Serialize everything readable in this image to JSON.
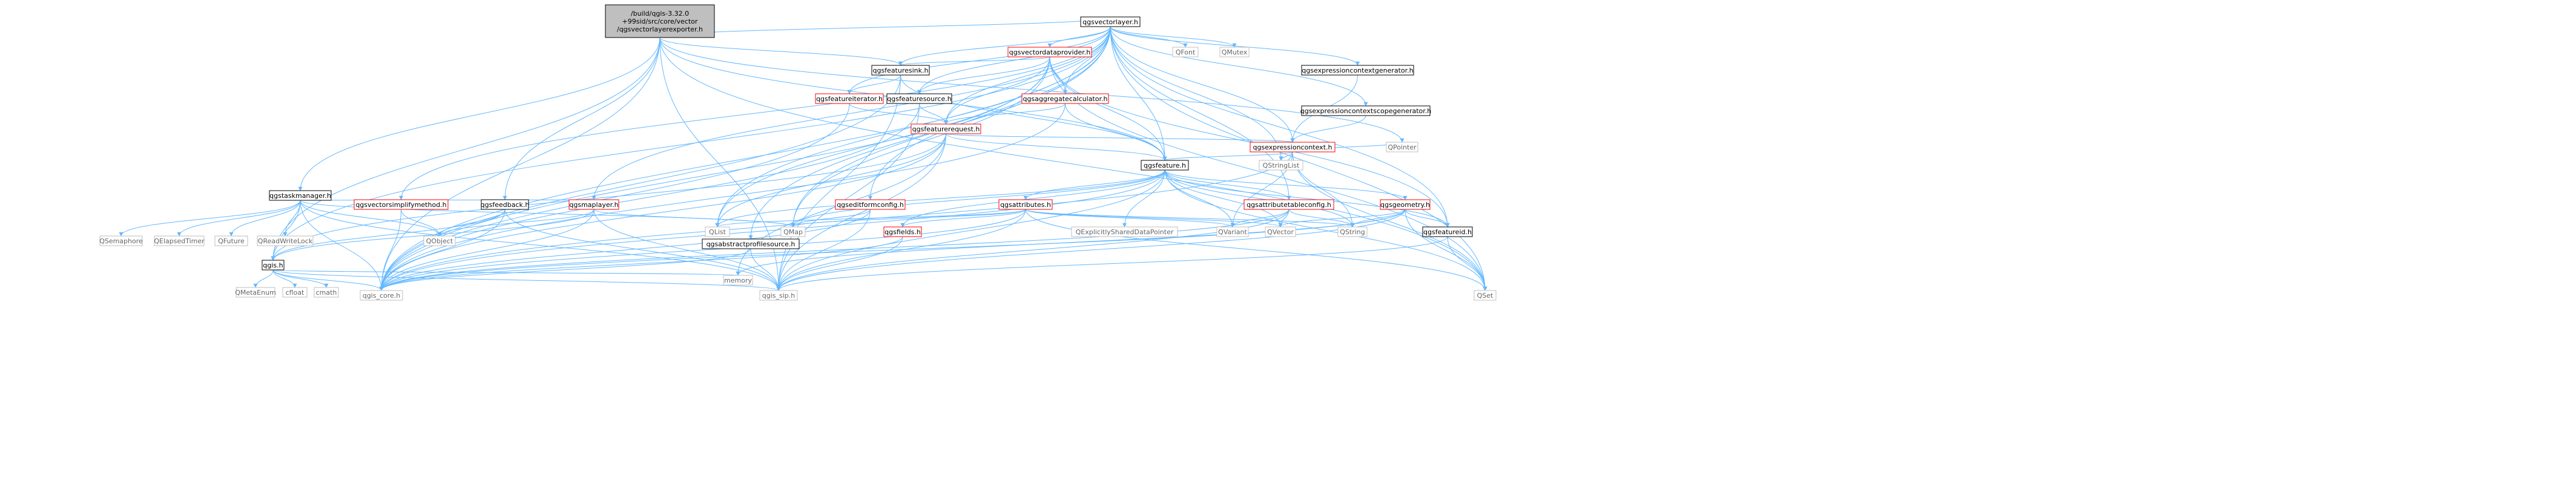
{
  "diagram": {
    "colors": {
      "root_fill": "#bfbfbf",
      "root_border": "#000000",
      "documented_border": "#000000",
      "linked_red_border": "#ff0000",
      "external_border": "#bfbfbf",
      "external_text": "#666666",
      "edge": "#63b8ff"
    },
    "nodes": {
      "root": {
        "lines": [
          "/build/qgis-3.32.0",
          "+99sid/src/core/vector",
          "/qgsvectorlayerexporter.h"
        ],
        "style": "root"
      },
      "qgsvectorlayer": {
        "lines": [
          "qgsvectorlayer.h"
        ],
        "style": "doc"
      },
      "qgstaskmanager": {
        "lines": [
          "qgstaskmanager.h"
        ],
        "style": "doc"
      },
      "qgsvectordataprovider": {
        "lines": [
          "qgsvectordataprovider.h"
        ],
        "style": "red"
      },
      "qgsfeaturesink": {
        "lines": [
          "qgsfeaturesink.h"
        ],
        "style": "doc"
      },
      "qgsfeatureiterator": {
        "lines": [
          "qgsfeatureiterator.h"
        ],
        "style": "red"
      },
      "qgsfeaturesource": {
        "lines": [
          "qgsfeaturesource.h"
        ],
        "style": "doc"
      },
      "qgsaggregatecalculator": {
        "lines": [
          "qgsaggregatecalculator.h"
        ],
        "style": "red"
      },
      "qgsfeaturerequest": {
        "lines": [
          "qgsfeaturerequest.h"
        ],
        "style": "red"
      },
      "QFont": {
        "lines": [
          "QFont"
        ],
        "style": "ext"
      },
      "QMutex": {
        "lines": [
          "QMutex"
        ],
        "style": "ext"
      },
      "qgsexpressioncontextgenerator": {
        "lines": [
          "qgsexpressioncontextgenerator.h"
        ],
        "style": "doc"
      },
      "qgsexpressioncontextscopegenerator": {
        "lines": [
          "qgsexpressioncontextscopegenerator.h"
        ],
        "style": "doc"
      },
      "qgsexpressioncontext": {
        "lines": [
          "qgsexpressioncontext.h"
        ],
        "style": "red"
      },
      "QPointer": {
        "lines": [
          "QPointer"
        ],
        "style": "ext"
      },
      "QStringList": {
        "lines": [
          "QStringList"
        ],
        "style": "ext"
      },
      "qgsfeature": {
        "lines": [
          "qgsfeature.h"
        ],
        "style": "doc"
      },
      "QSemaphore": {
        "lines": [
          "QSemaphore"
        ],
        "style": "ext"
      },
      "QElapsedTimer": {
        "lines": [
          "QElapsedTimer"
        ],
        "style": "ext"
      },
      "QFuture": {
        "lines": [
          "QFuture"
        ],
        "style": "ext"
      },
      "QReadWriteLock": {
        "lines": [
          "QReadWriteLock"
        ],
        "style": "ext"
      },
      "qgsvectorsimplifymethod": {
        "lines": [
          "qgsvectorsimplifymethod.h"
        ],
        "style": "red"
      },
      "qgsfeedback": {
        "lines": [
          "qgsfeedback.h"
        ],
        "style": "doc"
      },
      "qgsmaplayer": {
        "lines": [
          "qgsmaplayer.h"
        ],
        "style": "red"
      },
      "qgseditformconfig": {
        "lines": [
          "qgseditformconfig.h"
        ],
        "style": "red"
      },
      "qgsattributes": {
        "lines": [
          "qgsattributes.h"
        ],
        "style": "red"
      },
      "qgsattributetableconfig": {
        "lines": [
          "qgsattributetableconfig.h"
        ],
        "style": "red"
      },
      "qgsgeometry": {
        "lines": [
          "qgsgeometry.h"
        ],
        "style": "red"
      },
      "qgsabstractprofilesource": {
        "lines": [
          "qgsabstractprofilesource.h"
        ],
        "style": "doc"
      },
      "qgsfields": {
        "lines": [
          "qgsfields.h"
        ],
        "style": "red"
      },
      "qgsfeatureid": {
        "lines": [
          "qgsfeatureid.h"
        ],
        "style": "doc"
      },
      "qgis": {
        "lines": [
          "qgis.h"
        ],
        "style": "doc"
      },
      "QObject": {
        "lines": [
          "QObject"
        ],
        "style": "ext"
      },
      "QList": {
        "lines": [
          "QList"
        ],
        "style": "ext"
      },
      "QMap": {
        "lines": [
          "QMap"
        ],
        "style": "ext"
      },
      "QExplicitlySharedDataPointer": {
        "lines": [
          "QExplicitlySharedDataPointer"
        ],
        "style": "ext"
      },
      "QVariant": {
        "lines": [
          "QVariant"
        ],
        "style": "ext"
      },
      "QVector": {
        "lines": [
          "QVector"
        ],
        "style": "ext"
      },
      "QString": {
        "lines": [
          "QString"
        ],
        "style": "ext"
      },
      "QMetaEnum": {
        "lines": [
          "QMetaEnum"
        ],
        "style": "ext"
      },
      "cfloat": {
        "lines": [
          "cfloat"
        ],
        "style": "ext"
      },
      "cmath": {
        "lines": [
          "cmath"
        ],
        "style": "ext"
      },
      "memory": {
        "lines": [
          "memory"
        ],
        "style": "ext"
      },
      "qgis_core": {
        "lines": [
          "qgis_core.h"
        ],
        "style": "ext"
      },
      "qgis_sip": {
        "lines": [
          "qgis_sip.h"
        ],
        "style": "ext"
      },
      "QSet": {
        "lines": [
          "QSet"
        ],
        "style": "ext"
      }
    },
    "edges": [
      [
        "root",
        "qgsvectorlayer"
      ],
      [
        "root",
        "qgstaskmanager"
      ],
      [
        "root",
        "qgsfeaturesink"
      ],
      [
        "root",
        "qgsfeedback"
      ],
      [
        "root",
        "qgis"
      ],
      [
        "root",
        "qgis_core"
      ],
      [
        "root",
        "qgis_sip"
      ],
      [
        "root",
        "QPointer"
      ],
      [
        "root",
        "QSet"
      ],
      [
        "root",
        "qgsfeature"
      ],
      [
        "qgsvectorlayer",
        "qgsvectordataprovider"
      ],
      [
        "qgsvectorlayer",
        "QFont"
      ],
      [
        "qgsvectorlayer",
        "QMutex"
      ],
      [
        "qgsvectorlayer",
        "qgsexpressioncontextgenerator"
      ],
      [
        "qgsvectorlayer",
        "qgsexpressioncontextscopegenerator"
      ],
      [
        "qgsvectorlayer",
        "QStringList"
      ],
      [
        "qgsvectorlayer",
        "qgsfeature"
      ],
      [
        "qgsvectorlayer",
        "qgsfeaturesink"
      ],
      [
        "qgsvectorlayer",
        "qgsfeatureiterator"
      ],
      [
        "qgsvectorlayer",
        "qgsfeaturesource"
      ],
      [
        "qgsvectorlayer",
        "qgsaggregatecalculator"
      ],
      [
        "qgsvectorlayer",
        "qgsfeaturerequest"
      ],
      [
        "qgsvectorlayer",
        "qgsvectorsimplifymethod"
      ],
      [
        "qgsvectorlayer",
        "qgsmaplayer"
      ],
      [
        "qgsvectorlayer",
        "qgseditformconfig"
      ],
      [
        "qgsvectorlayer",
        "qgsattributetableconfig"
      ],
      [
        "qgsvectorlayer",
        "qgsabstractprofilesource"
      ],
      [
        "qgsvectorlayer",
        "qgis_core"
      ],
      [
        "qgsvectorlayer",
        "QSet"
      ],
      [
        "qgsvectorlayer",
        "QList"
      ],
      [
        "qgsvectorlayer",
        "QMap"
      ],
      [
        "qgsvectorlayer",
        "qgsexpressioncontext"
      ],
      [
        "qgsvectorlayer",
        "qgis"
      ],
      [
        "qgsvectorlayer",
        "qgsfeatureid"
      ],
      [
        "qgsvectordataprovider",
        "qgsfeaturesink"
      ],
      [
        "qgsvectordataprovider",
        "qgsfeaturesource"
      ],
      [
        "qgsvectordataprovider",
        "qgsaggregatecalculator"
      ],
      [
        "qgsvectordataprovider",
        "qgsfeaturerequest"
      ],
      [
        "qgsvectordataprovider",
        "qgsfeature"
      ],
      [
        "qgsvectordataprovider",
        "qgis_core"
      ],
      [
        "qgsvectordataprovider",
        "QMap"
      ],
      [
        "qgsvectordataprovider",
        "QSet"
      ],
      [
        "qgsvectordataprovider",
        "QList"
      ],
      [
        "qgsvectordataprovider",
        "qgsfeatureid"
      ],
      [
        "qgsfeaturesink",
        "qgsfeatureiterator"
      ],
      [
        "qgsfeaturesink",
        "qgsfeature"
      ],
      [
        "qgsfeaturesink",
        "qgis_core"
      ],
      [
        "qgsfeaturesink",
        "qgis_sip"
      ],
      [
        "qgsfeatureiterator",
        "qgsfeaturerequest"
      ],
      [
        "qgsfeatureiterator",
        "qgis_core"
      ],
      [
        "qgsfeaturesource",
        "qgsfeaturerequest"
      ],
      [
        "qgsfeaturesource",
        "qgis_core"
      ],
      [
        "qgsfeaturesource",
        "qgis_sip"
      ],
      [
        "qgsaggregatecalculator",
        "qgsfeaturerequest"
      ],
      [
        "qgsaggregatecalculator",
        "qgis_core"
      ],
      [
        "qgsaggregatecalculator",
        "qgsfeature"
      ],
      [
        "qgsfeaturerequest",
        "qgsexpressioncontext"
      ],
      [
        "qgsfeaturerequest",
        "qgsfeature"
      ],
      [
        "qgsfeaturerequest",
        "qgis_core"
      ],
      [
        "qgsfeaturerequest",
        "qgis_sip"
      ],
      [
        "qgsfeaturerequest",
        "QList"
      ],
      [
        "qgsfeaturerequest",
        "memory"
      ],
      [
        "qgsfeaturerequest",
        "qgis"
      ],
      [
        "qgsexpressioncontextgenerator",
        "qgsexpressioncontext"
      ],
      [
        "qgsexpressioncontextscopegenerator",
        "qgsexpressioncontext"
      ],
      [
        "qgsexpressioncontext",
        "qgsfeature"
      ],
      [
        "qgsexpressioncontext",
        "QStringList"
      ],
      [
        "qgsexpressioncontext",
        "QPointer"
      ],
      [
        "qgsexpressioncontext",
        "QSet"
      ],
      [
        "qgsexpressioncontext",
        "QVariant"
      ],
      [
        "qgsexpressioncontext",
        "QString"
      ],
      [
        "qgsexpressioncontext",
        "qgis_core"
      ],
      [
        "qgsfeature",
        "qgsattributes"
      ],
      [
        "qgsfeature",
        "qgsattributetableconfig"
      ],
      [
        "qgsfeature",
        "qgsgeometry"
      ],
      [
        "qgsfeature",
        "qgsfields"
      ],
      [
        "qgsfeature",
        "qgsfeatureid"
      ],
      [
        "qgsfeature",
        "QExplicitlySharedDataPointer"
      ],
      [
        "qgsfeature",
        "QVariant"
      ],
      [
        "qgsfeature",
        "QVector"
      ],
      [
        "qgsfeature",
        "QString"
      ],
      [
        "qgsfeature",
        "QList"
      ],
      [
        "qgsfeature",
        "QMap"
      ],
      [
        "qgsfeature",
        "QSet"
      ],
      [
        "qgsfeature",
        "qgis_core"
      ],
      [
        "qgsfeature",
        "qgis_sip"
      ],
      [
        "qgstaskmanager",
        "QSemaphore"
      ],
      [
        "qgstaskmanager",
        "QElapsedTimer"
      ],
      [
        "qgstaskmanager",
        "QFuture"
      ],
      [
        "qgstaskmanager",
        "QReadWriteLock"
      ],
      [
        "qgstaskmanager",
        "qgis"
      ],
      [
        "qgstaskmanager",
        "QObject"
      ],
      [
        "qgstaskmanager",
        "qgis_core"
      ],
      [
        "qgstaskmanager",
        "qgis_sip"
      ],
      [
        "qgstaskmanager",
        "QMap"
      ],
      [
        "qgstaskmanager",
        "qgsmaplayer"
      ],
      [
        "qgsvectorsimplifymethod",
        "QObject"
      ],
      [
        "qgsvectorsimplifymethod",
        "qgis_core"
      ],
      [
        "qgsfeedback",
        "QObject"
      ],
      [
        "qgsfeedback",
        "qgis_core"
      ],
      [
        "qgsfeedback",
        "qgis"
      ],
      [
        "qgsfeedback",
        "qgis_sip"
      ],
      [
        "qgsmaplayer",
        "QObject"
      ],
      [
        "qgsmaplayer",
        "qgis"
      ],
      [
        "qgsmaplayer",
        "qgis_core"
      ],
      [
        "qgsmaplayer",
        "QMap"
      ],
      [
        "qgsmaplayer",
        "qgis_sip"
      ],
      [
        "qgseditformconfig",
        "QMap"
      ],
      [
        "qgseditformconfig",
        "qgis_core"
      ],
      [
        "qgseditformconfig",
        "qgis_sip"
      ],
      [
        "qgsattributes",
        "QMap"
      ],
      [
        "qgsattributes",
        "QList"
      ],
      [
        "qgsattributes",
        "QVariant"
      ],
      [
        "qgsattributes",
        "QString"
      ],
      [
        "qgsattributes",
        "qgsfields"
      ],
      [
        "qgsattributes",
        "QVector"
      ],
      [
        "qgsattributes",
        "qgis_core"
      ],
      [
        "qgsattributes",
        "qgis_sip"
      ],
      [
        "qgsattributes",
        "QSet"
      ],
      [
        "qgsattributetableconfig",
        "QVariant"
      ],
      [
        "qgsattributetableconfig",
        "QVector"
      ],
      [
        "qgsattributetableconfig",
        "qgis_core"
      ],
      [
        "qgsattributetableconfig",
        "qgis_sip"
      ],
      [
        "qgsattributetableconfig",
        "QString"
      ],
      [
        "qgsgeometry",
        "QString"
      ],
      [
        "qgsgeometry",
        "QVector"
      ],
      [
        "qgsgeometry",
        "QSet"
      ],
      [
        "qgsgeometry",
        "qgsfeatureid"
      ],
      [
        "qgsgeometry",
        "qgis_core"
      ],
      [
        "qgsgeometry",
        "qgis_sip"
      ],
      [
        "qgsgeometry",
        "memory"
      ],
      [
        "qgsabstractprofilesource",
        "qgis_core"
      ],
      [
        "qgsabstractprofilesource",
        "qgis_sip"
      ],
      [
        "qgsfields",
        "qgis_core"
      ],
      [
        "qgsfields",
        "qgis_sip"
      ],
      [
        "qgsfeatureid",
        "QSet"
      ],
      [
        "qgsfeatureid",
        "qgis_sip"
      ],
      [
        "qgis",
        "QMetaEnum"
      ],
      [
        "qgis",
        "cfloat"
      ],
      [
        "qgis",
        "cmath"
      ],
      [
        "qgis",
        "memory"
      ],
      [
        "qgis",
        "qgis_core"
      ],
      [
        "qgis",
        "qgis_sip"
      ]
    ]
  }
}
